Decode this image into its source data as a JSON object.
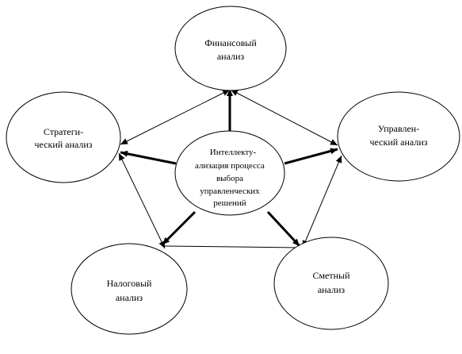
{
  "diagram": {
    "center": {
      "lines": [
        "Интеллекту-",
        "ализация процесса",
        "выбора",
        "управленческих",
        "решений"
      ]
    },
    "nodes": {
      "finance": {
        "lines": [
          "Финансовый",
          "анализ"
        ]
      },
      "strategy": {
        "lines": [
          "Стратеги-",
          "ческий анализ"
        ]
      },
      "management": {
        "lines": [
          "Управлен-",
          "ческий анализ"
        ]
      },
      "tax": {
        "lines": [
          "Налоговый",
          "анализ"
        ]
      },
      "budget": {
        "lines": [
          "Сметный",
          "анализ"
        ]
      }
    },
    "colors": {
      "stroke": "#000000",
      "fill": "#ffffff"
    }
  }
}
